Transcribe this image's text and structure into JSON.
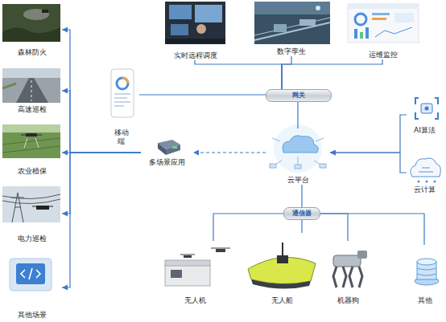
{
  "diagram": {
    "nodes": [
      {
        "text": [
          "实时远程调度"
        ]
      },
      {
        "text": [
          "数字孪生"
        ]
      },
      {
        "text": [
          "运维监控"
        ]
      },
      {
        "text": [
          "网关"
        ]
      },
      {
        "text": [
          "森林防火"
        ]
      },
      {
        "text": [
          "高速巡检"
        ]
      },
      {
        "text": [
          "农业植保"
        ]
      },
      {
        "text": [
          "电力巡检"
        ]
      },
      {
        "text": [
          "其他场景"
        ]
      },
      {
        "text": [
          "移动端"
        ]
      },
      {
        "text": [
          "多场景应用"
        ]
      },
      {
        "text": [
          "云平台"
        ]
      },
      {
        "text": [
          "AI算法"
        ]
      },
      {
        "text": [
          "云计算"
        ]
      },
      {
        "text": [
          "通信器"
        ]
      },
      {
        "text": [
          "无人机"
        ]
      },
      {
        "text": [
          "无人船"
        ]
      },
      {
        "text": [
          "机器狗"
        ]
      },
      {
        "text": [
          "其他"
        ]
      }
    ],
    "edges": [
      {
        "from": 3,
        "to": 0,
        "arrow": "none"
      },
      {
        "from": 3,
        "to": 1,
        "arrow": "none"
      },
      {
        "from": 3,
        "to": 2,
        "arrow": "none"
      },
      {
        "from": 3,
        "to": 9,
        "arrow": "none"
      },
      {
        "from": 10,
        "to": 4,
        "arrow": "to"
      },
      {
        "from": 10,
        "to": 5,
        "arrow": "to"
      },
      {
        "from": 10,
        "to": 6,
        "arrow": "to"
      },
      {
        "from": 10,
        "to": 7,
        "arrow": "to"
      },
      {
        "from": 10,
        "to": 8,
        "arrow": "to"
      },
      {
        "from": 11,
        "to": 10,
        "arrow": "to"
      },
      {
        "from": 11,
        "to": 3,
        "arrow": "none"
      },
      {
        "from": 12,
        "to": 11,
        "arrow": "to"
      },
      {
        "from": 13,
        "to": 11,
        "arrow": "to"
      },
      {
        "from": 11,
        "to": 14,
        "arrow": "none"
      },
      {
        "from": 14,
        "to": 15,
        "arrow": "none"
      },
      {
        "from": 14,
        "to": 16,
        "arrow": "none"
      },
      {
        "from": 14,
        "to": 17,
        "arrow": "none"
      },
      {
        "from": 14,
        "to": 18,
        "arrow": "none"
      }
    ]
  }
}
